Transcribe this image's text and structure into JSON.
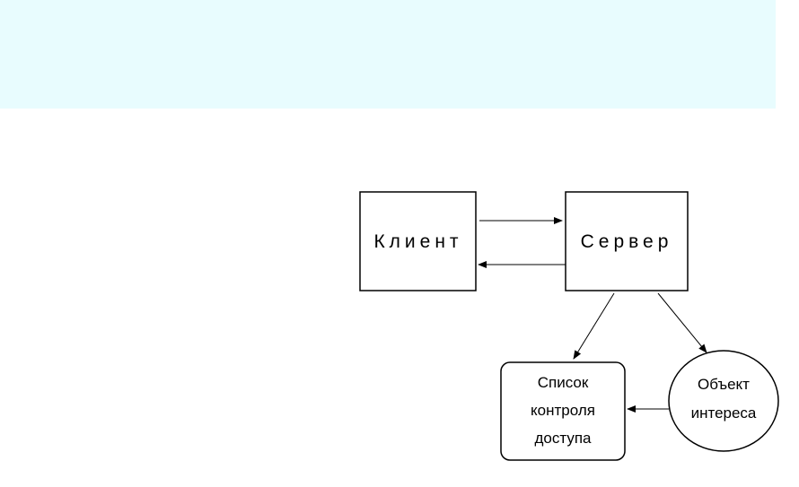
{
  "colors": {
    "header_band": "#e8fcfe",
    "stroke": "#000000",
    "background": "#ffffff"
  },
  "diagram": {
    "nodes": {
      "client": {
        "label": "Клиент"
      },
      "server": {
        "label": "Сервер"
      },
      "acl": {
        "lines": [
          "Список",
          "контроля",
          "доступа"
        ]
      },
      "object": {
        "lines": [
          "Объект",
          "интереса"
        ]
      }
    },
    "edges": [
      {
        "from": "client",
        "to": "server"
      },
      {
        "from": "server",
        "to": "client"
      },
      {
        "from": "server",
        "to": "acl"
      },
      {
        "from": "server",
        "to": "object"
      },
      {
        "from": "object",
        "to": "acl"
      }
    ]
  }
}
